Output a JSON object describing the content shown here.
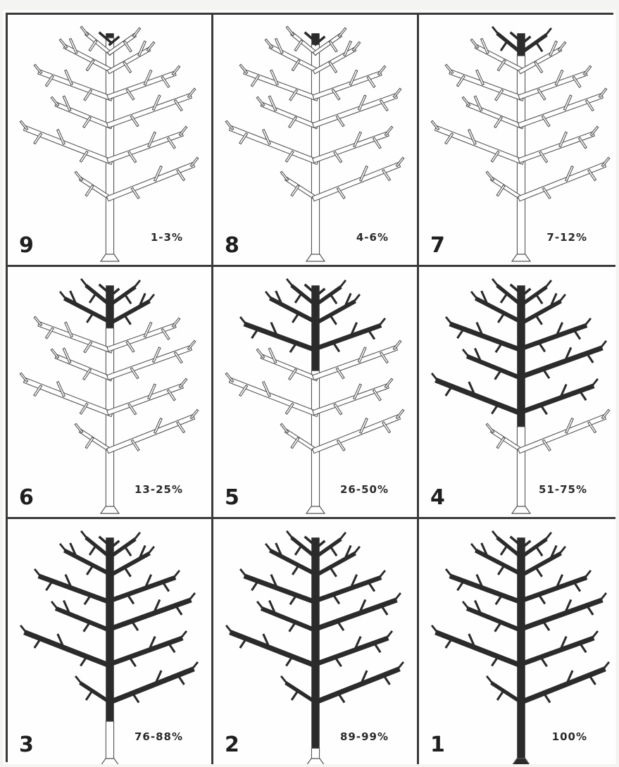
{
  "panels": [
    {
      "level": "9",
      "percent": "1-3%",
      "fill": 0.02
    },
    {
      "level": "8",
      "percent": "4-6%",
      "fill": 0.05
    },
    {
      "level": "7",
      "percent": "7-12%",
      "fill": 0.1
    },
    {
      "level": "6",
      "percent": "13-25%",
      "fill": 0.19
    },
    {
      "level": "5",
      "percent": "26-50%",
      "fill": 0.38
    },
    {
      "level": "4",
      "percent": "51-75%",
      "fill": 0.63
    },
    {
      "level": "3",
      "percent": "76-88%",
      "fill": 0.82
    },
    {
      "level": "2",
      "percent": "89-99%",
      "fill": 0.94
    },
    {
      "level": "1",
      "percent": "100%",
      "fill": 1.0
    }
  ],
  "colors": {
    "dark": "#2b2b2b",
    "outline": "#555555",
    "light": "#ffffff",
    "border": "#3a3a3a"
  }
}
